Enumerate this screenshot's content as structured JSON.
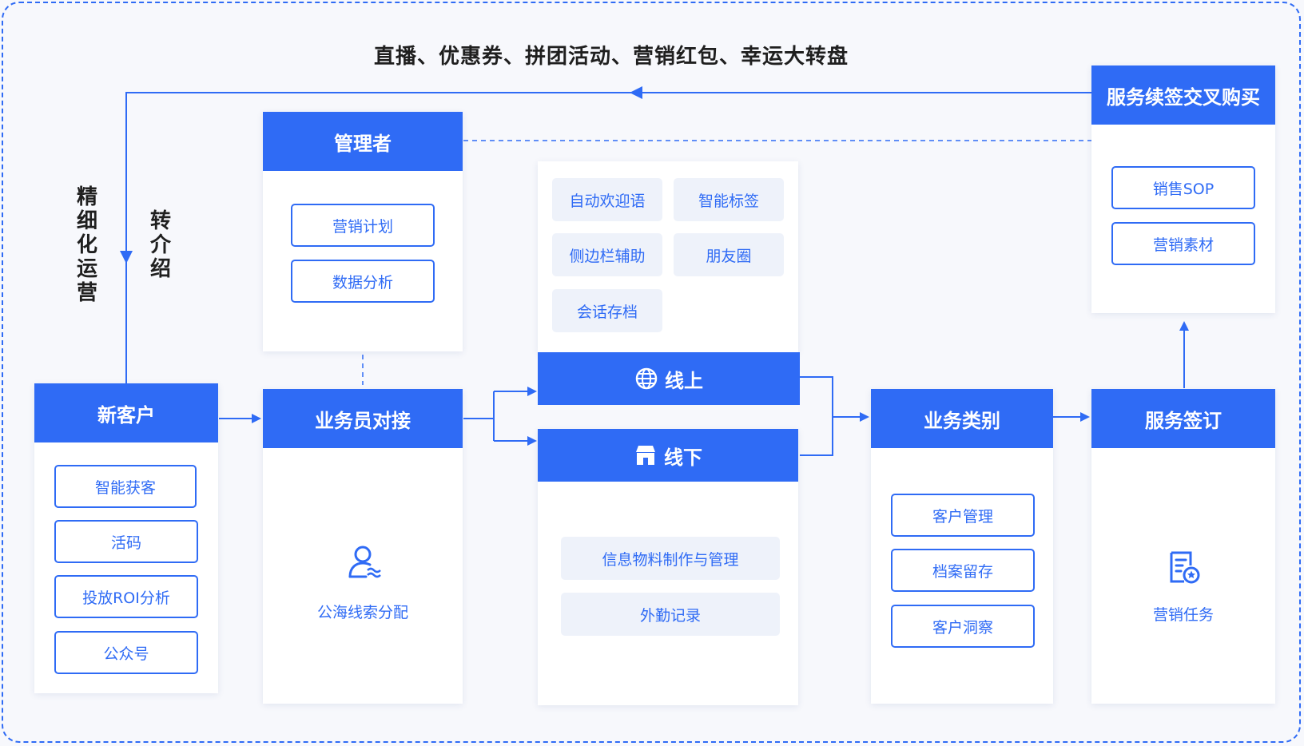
{
  "banner": "直播、优惠券、拼团活动、营销红包、幸运大转盘",
  "vertical_labels": {
    "refined_ops": [
      "精",
      "细",
      "化",
      "运",
      "营"
    ],
    "referral": [
      "转",
      "介",
      "绍"
    ]
  },
  "new_customer": {
    "title": "新客户",
    "items": [
      "智能获客",
      "活码",
      "投放ROI分析",
      "公众号"
    ]
  },
  "manager": {
    "title": "管理者",
    "items": [
      "营销计划",
      "数据分析"
    ]
  },
  "salesperson": {
    "title": "业务员对接",
    "caption": "公海线索分配",
    "icon": "user-assign-icon"
  },
  "tools": {
    "items": [
      "自动欢迎语",
      "智能标签",
      "侧边栏辅助",
      "朋友圈",
      "会话存档"
    ]
  },
  "online": {
    "label": "线上",
    "icon": "globe-icon"
  },
  "offline": {
    "label": "线下",
    "icon": "store-icon",
    "items": [
      "信息物料制作与管理",
      "外勤记录"
    ]
  },
  "business_type": {
    "title": "业务类别",
    "items": [
      "客户管理",
      "档案留存",
      "客户洞察"
    ]
  },
  "service_sign": {
    "title": "服务签订",
    "caption": "营销任务",
    "icon": "task-doc-icon"
  },
  "renewal": {
    "title": "服务续签交叉购买",
    "items": [
      "销售SOP",
      "营销素材"
    ]
  },
  "colors": {
    "accent": "#2f6bf5",
    "background": "#f7f8fc",
    "chip": "#eef2fa"
  }
}
